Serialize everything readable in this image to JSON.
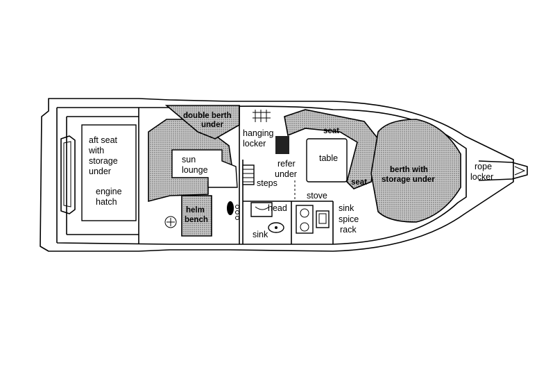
{
  "labels": {
    "aft_seat": [
      "aft seat",
      "with",
      "storage",
      "under"
    ],
    "engine_hatch": [
      "engine",
      "hatch"
    ],
    "sun_lounge": [
      "sun",
      "lounge"
    ],
    "double_berth": [
      "double berth",
      "under"
    ],
    "hanging_locker": [
      "hanging",
      "locker"
    ],
    "refer_under": [
      "refer",
      "under"
    ],
    "steps": "steps",
    "seat_top": "seat",
    "table": "table",
    "seat_side": "seat",
    "berth_storage": [
      "berth with",
      "storage under"
    ],
    "rope_locker": [
      "rope",
      "locker"
    ],
    "stove": "stove",
    "sink_galley": "sink",
    "spice_rack": [
      "spice",
      "rack"
    ],
    "head": "head",
    "sink_head": "sink",
    "helm_bench": [
      "helm",
      "bench"
    ]
  }
}
